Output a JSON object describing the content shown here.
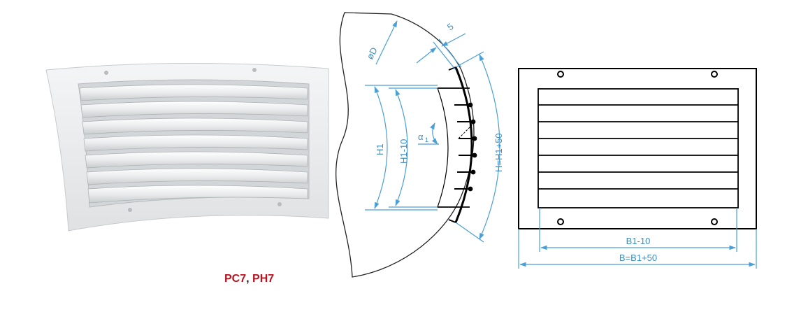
{
  "product": {
    "caption": {
      "model_1": "PC7",
      "separator": ",",
      "model_2": "PH7"
    }
  },
  "section_drawing": {
    "labels": {
      "diameter": "øD",
      "flange": "5",
      "inner_height": "H1",
      "inner_height_minus": "H1-10",
      "total_height": "H=H1+50",
      "angle": "α",
      "angle_sub": "1"
    }
  },
  "front_drawing": {
    "labels": {
      "inner_width": "B1-10",
      "total_width": "B=B1+50"
    }
  },
  "colors": {
    "dimension": "#3a8fc4",
    "caption": "#b5141f",
    "outline": "#000000"
  }
}
